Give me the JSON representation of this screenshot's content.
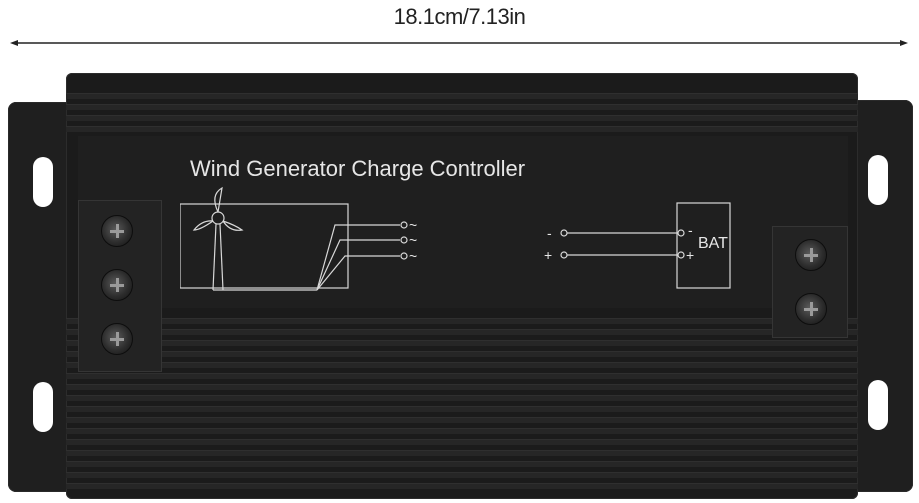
{
  "dimension": {
    "label": "18.1cm/7.13in"
  },
  "device": {
    "title": "Wind Generator Charge Controller",
    "diagram": {
      "ac_inputs": [
        "~",
        "~",
        "~"
      ],
      "dc_outputs": [
        "-",
        "+"
      ],
      "battery_terminals": [
        "-",
        "+"
      ],
      "battery_label": "BAT"
    },
    "left_terminal_screws": 3,
    "right_terminal_screws": 2
  }
}
